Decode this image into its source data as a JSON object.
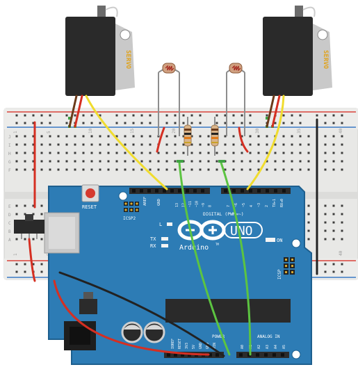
{
  "breadboard": {
    "row_letters_top": [
      "J",
      "I",
      "H",
      "G",
      "F"
    ],
    "row_letters_bottom": [
      "E",
      "D",
      "C",
      "B",
      "A"
    ],
    "column_numbers": [
      "1",
      "5",
      "10",
      "15",
      "20",
      "25",
      "30",
      "35",
      "40"
    ],
    "colors": {
      "board": "#e8e8e6",
      "rail_red": "#d9413a",
      "rail_blue": "#3a79c4",
      "hole": "#3b3b3b",
      "hole_green": "#3fa143"
    }
  },
  "servo_left": {
    "label": "SERVO"
  },
  "servo_right": {
    "label": "SERVO"
  },
  "arduino": {
    "reset_label": "RESET",
    "icsp2_label": "ICSP2",
    "icsp_label": "ICSP",
    "brand_label": "Arduino",
    "tm_label": "TM",
    "uno_label": "UNO",
    "digital_label": "DIGITAL (PWM=~)",
    "power_label": "POWER",
    "analog_label": "ANALOG IN",
    "l_label": "L",
    "tx_label": "TX",
    "rx_label": "RX",
    "on_label": "ON",
    "aref_label": "AREF",
    "gnd_label": "GND",
    "digital_pins": [
      "13",
      "12",
      "~11",
      "~10",
      "~9",
      "8",
      "7",
      "~6",
      "~5",
      "4",
      "~3",
      "2",
      "TX▸1",
      "RX◂0"
    ],
    "power_pins": [
      "IOREF",
      "RESET",
      "3V3",
      "5V",
      "GND",
      "GND",
      "VIN"
    ],
    "analog_pins": [
      "A0",
      "A1",
      "A2",
      "A3",
      "A4",
      "A5"
    ],
    "colors": {
      "board": "#2d7cb5",
      "board_dark": "#1e5f8e",
      "header": "#2b2b2b",
      "chip": "#2a2a2a",
      "usb": "#c8c8c8"
    }
  },
  "wires": {
    "colors": {
      "red": "#d52f22",
      "yellow": "#f0dc2e",
      "green": "#5cc441",
      "black": "#222222",
      "brown": "#6b3a1a"
    }
  }
}
